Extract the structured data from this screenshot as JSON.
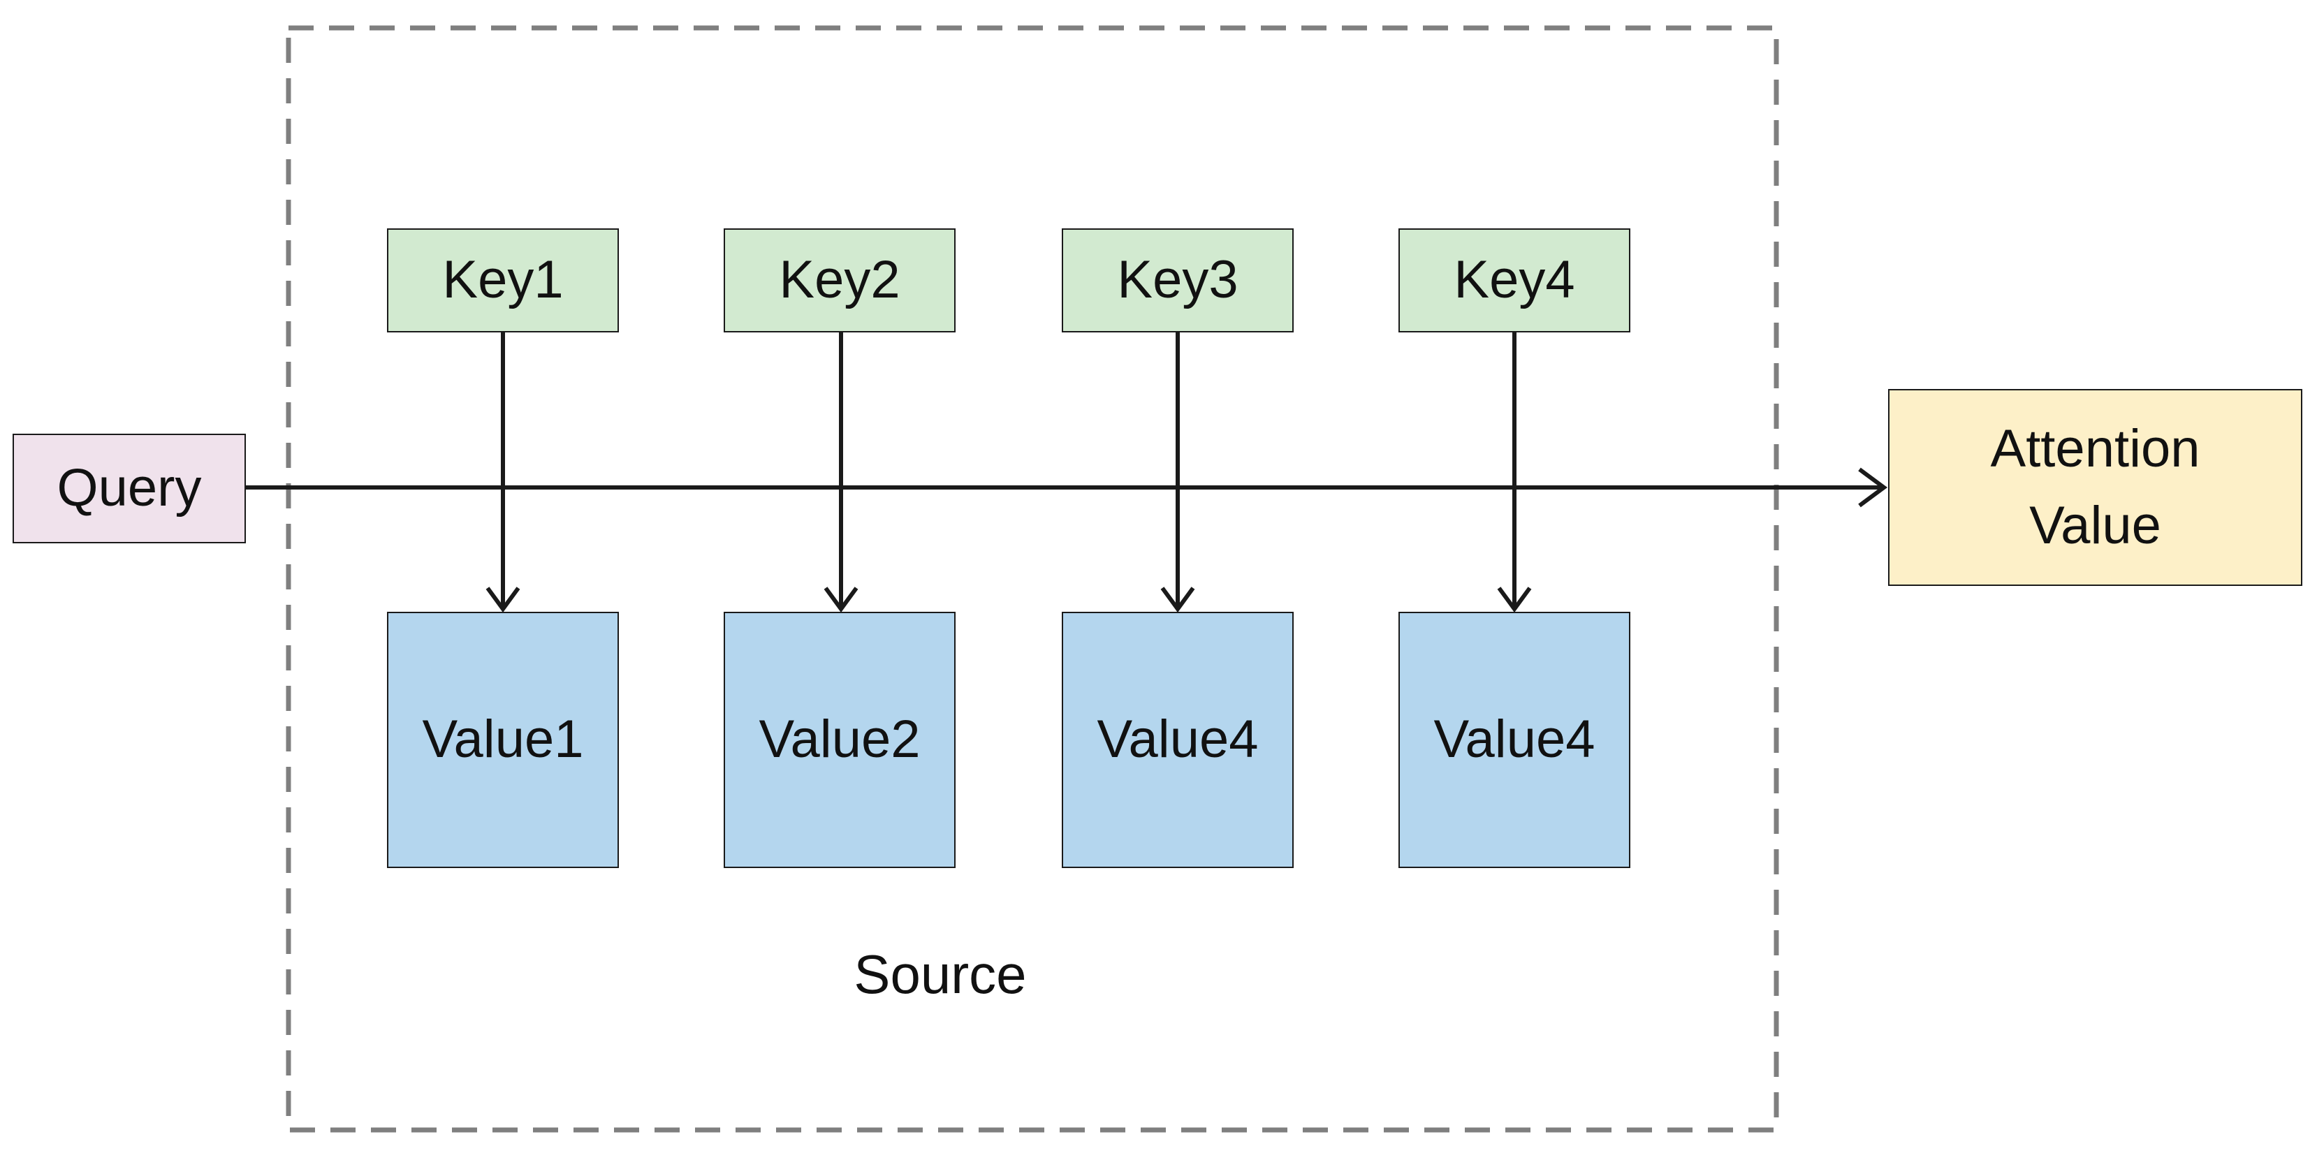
{
  "diagram": {
    "query": "Query",
    "keys": [
      "Key1",
      "Key2",
      "Key3",
      "Key4"
    ],
    "values": [
      "Value1",
      "Value2",
      "Value4",
      "Value4"
    ],
    "source": "Source",
    "result": "Attention\nValue"
  },
  "colors": {
    "key_fill": "#d2ead0",
    "value_fill": "#b4d6ee",
    "query_fill": "#f0e2ec",
    "result_fill": "#fdf0c8",
    "line": "#1a1a1a",
    "source_border": "#7f7f7f"
  }
}
